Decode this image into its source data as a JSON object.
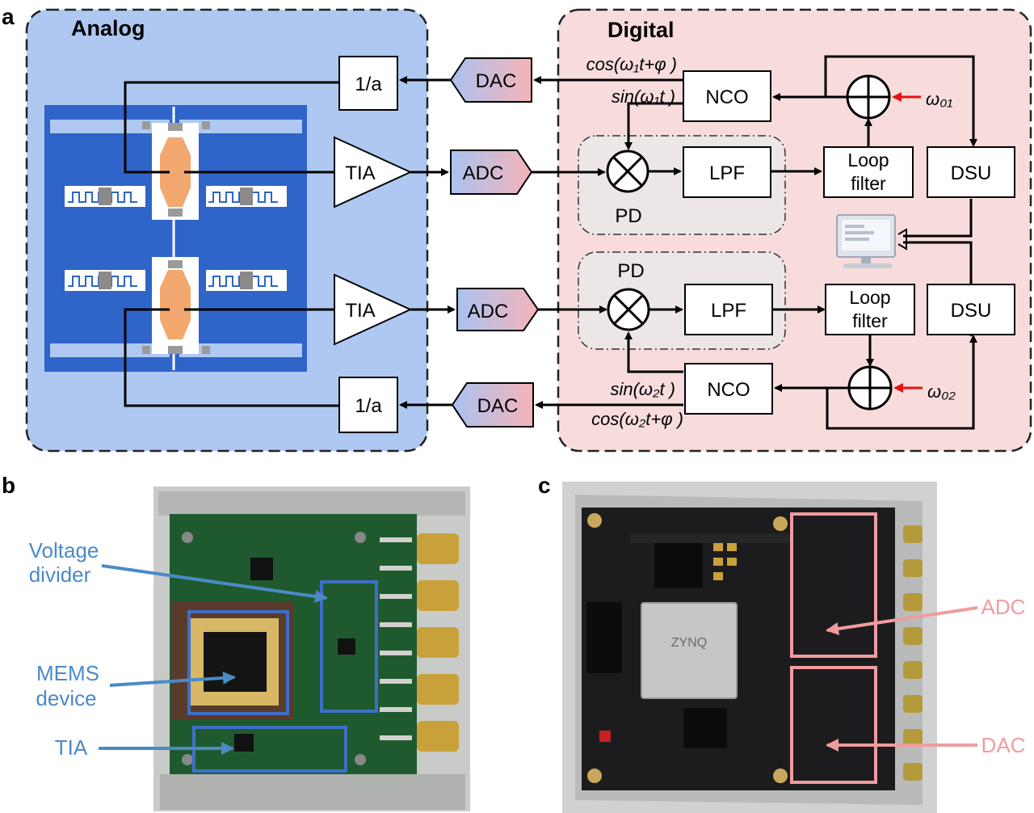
{
  "panel_letters": {
    "a": "a",
    "b": "b",
    "c": "c"
  },
  "analog": {
    "title": "Analog",
    "one_over_a_top": "1/a",
    "one_over_a_bottom": "1/a",
    "tia_top": "TIA",
    "tia_bottom": "TIA"
  },
  "digital": {
    "title": "Digital",
    "dac_top": "DAC",
    "dac_bottom": "DAC",
    "adc_top": "ADC",
    "adc_bottom": "ADC",
    "nco_top": "NCO",
    "nco_bottom": "NCO",
    "lpf_top": "LPF",
    "lpf_bottom": "LPF",
    "pd_top": "PD",
    "pd_bottom": "PD",
    "loop_filter_top_line1": "Loop",
    "loop_filter_top_line2": "filter",
    "loop_filter_bottom_line1": "Loop",
    "loop_filter_bottom_line2": "filter",
    "dsu_top": "DSU",
    "dsu_bottom": "DSU",
    "cos1": "cos(ω₁t+φ )",
    "sin1": "sin(ω₁t )",
    "sin2": "sin(ω₂t )",
    "cos2": "cos(ω₂t+φ )",
    "omega01": "ω₀₁",
    "omega02": "ω₀₂"
  },
  "photo_b": {
    "voltage_divider_line1": "Voltage",
    "voltage_divider_line2": "divider",
    "mems_line1": "MEMS",
    "mems_line2": "device",
    "tia": "TIA"
  },
  "photo_c": {
    "adc": "ADC",
    "dac": "DAC",
    "chip_text": "ZYNQ"
  },
  "colors": {
    "analog_bg": "#aec8f2",
    "digital_bg": "#f8dcdc",
    "mems_blue": "#2f64c8",
    "annotation_blue": "#4a8ac8",
    "annotation_pink": "#f09ca0",
    "red_arrow": "#e81010"
  }
}
